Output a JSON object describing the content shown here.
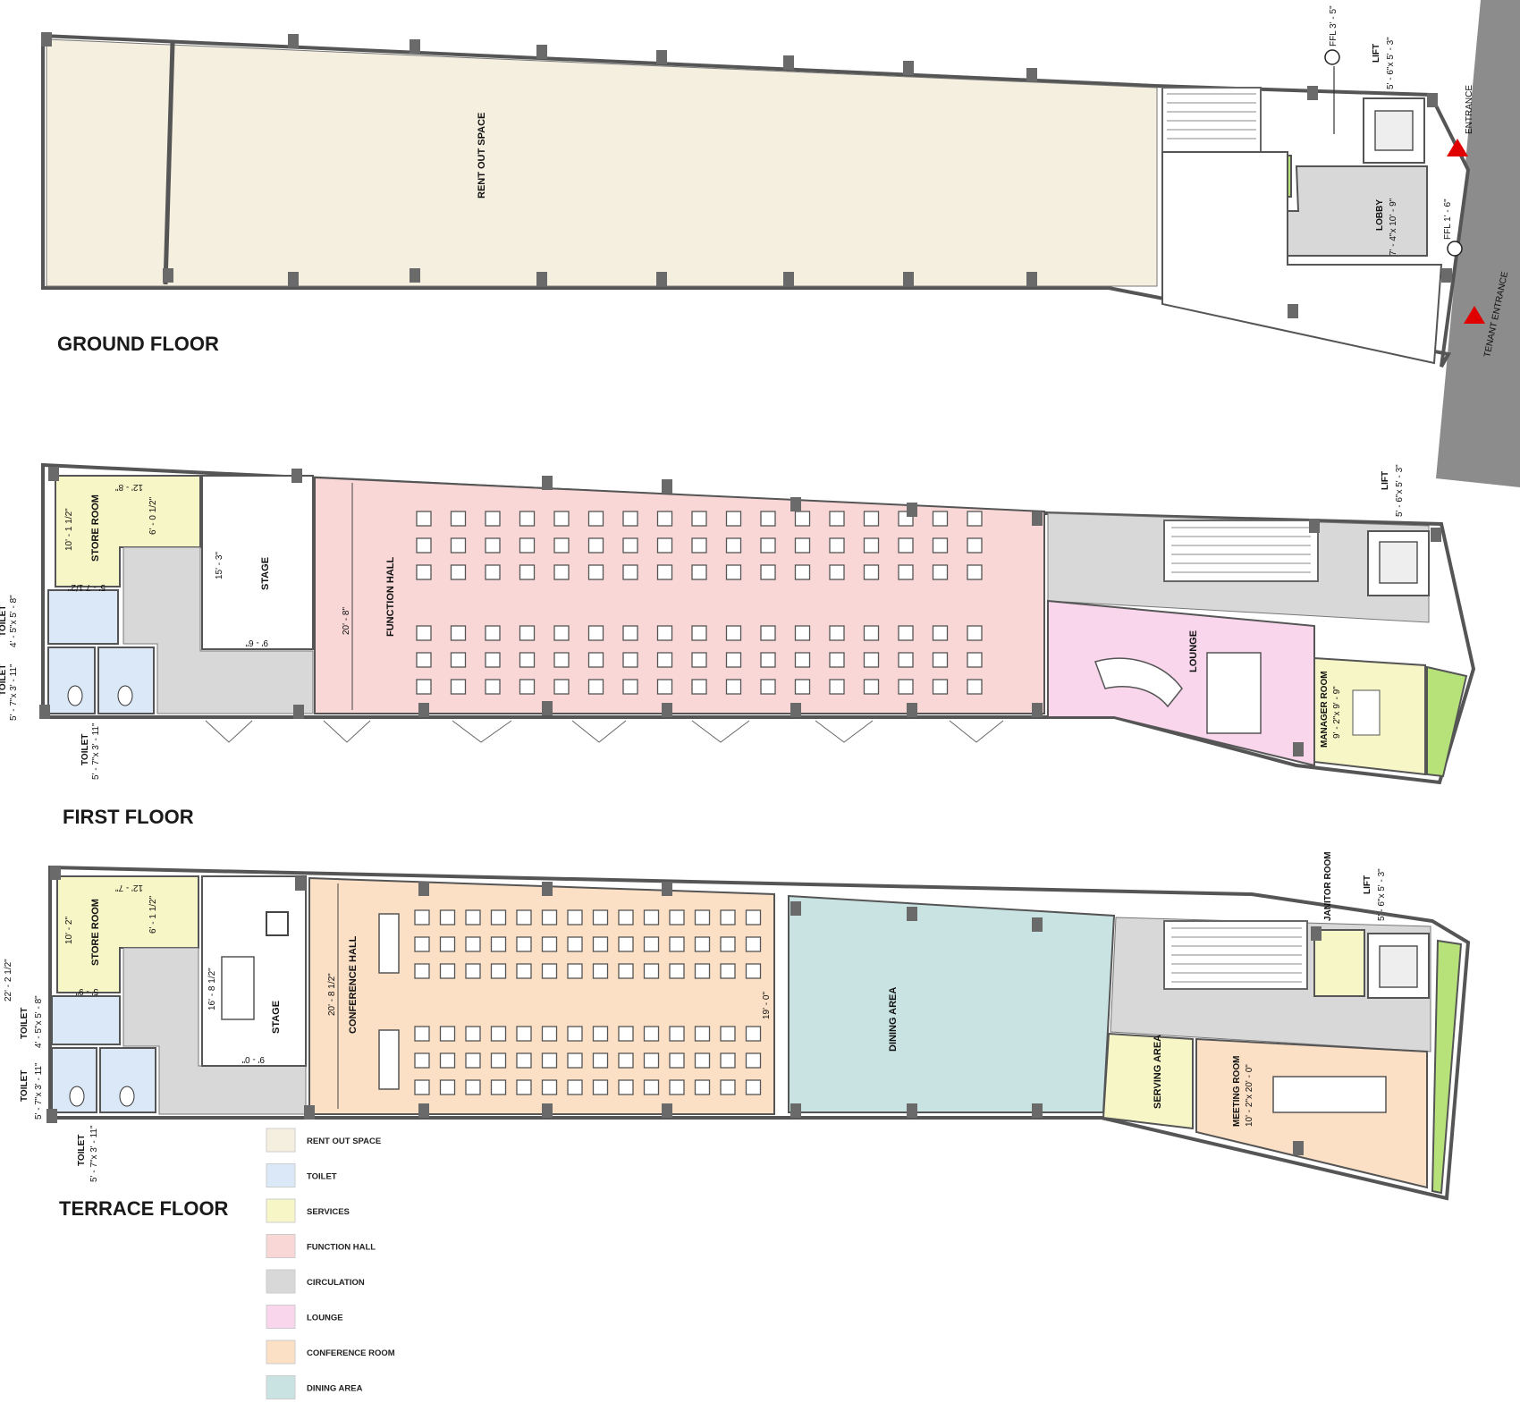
{
  "colors": {
    "rent_out_space": "#f5efdf",
    "toilet": "#dbe8f8",
    "services": "#f7f6c6",
    "function_hall": "#f9d7d7",
    "circulation": "#d8d8d8",
    "lounge": "#f9d6ec",
    "conference": "#fbe0c6",
    "dining": "#c9e3e3",
    "green": "#b7e27a",
    "wall": "#555555",
    "column": "#6a6a6a",
    "entrance_marker": "#e00000",
    "road": "#8c8c8c"
  },
  "titles": {
    "ground": "GROUND FLOOR",
    "first": "FIRST FLOOR",
    "terrace": "TERRACE FLOOR"
  },
  "ground": {
    "rent_out_space": "RENT OUT SPACE",
    "lift": "LIFT",
    "lift_dim": "5' - 6\"x 5' - 3\"",
    "lobby": "LOBBY",
    "lobby_dim": "7' - 4\"x 10' - 9\"",
    "ffl_top": "FFL 3' - 5\"",
    "ffl_bottom": "FFL 1' - 6\"",
    "entrance": "ENTRANCE",
    "tenant_entrance": "TENANT ENTRANCE"
  },
  "first": {
    "store_room": "STORE ROOM",
    "store_dim_a": "12' - 8\"",
    "store_dim_b": "10' - 1 1/2\"",
    "store_dim_c": "6' - 0 1/2\"",
    "store_dim_d": "5' - 7 1/2\"",
    "toilet_a": "TOILET",
    "toilet_a_dim": "4' - 5\"x 5' - 8\"",
    "toilet_b": "TOILET",
    "toilet_b_dim": "5' - 7\"x 3' - 11\"",
    "toilet_c": "TOILET",
    "toilet_c_dim": "5' - 7\"x 3' - 11\"",
    "stage": "STAGE",
    "stage_dim_v": "15' - 3\"",
    "stage_dim_h": "9' - 6\"",
    "function_hall": "FUNCTION HALL",
    "hall_dim": "20' - 8\"",
    "lounge": "LOUNGE",
    "lift": "LIFT",
    "lift_dim": "5' - 6\"x 5' - 3\"",
    "manager_room": "MANAGER ROOM",
    "manager_dim": "9' - 2\"x 9' - 9\""
  },
  "terrace": {
    "overall_dim": "22' - 2 1/2\"",
    "store_room": "STORE ROOM",
    "store_dim_a": "12' - 7\"",
    "store_dim_b": "10' - 2\"",
    "store_dim_c": "6' - 1 1/2\"",
    "store_dim_d": "5' - 9\"",
    "toilet_a": "TOILET",
    "toilet_a_dim": "4' - 5\"x 5' - 8\"",
    "toilet_b": "TOILET",
    "toilet_b_dim": "5' - 7\"x 3' - 11\"",
    "toilet_c": "TOILET",
    "toilet_c_dim": "5' - 7\"x 3' - 11\"",
    "stage": "STAGE",
    "stage_dim_v": "16' - 8 1/2\"",
    "stage_dim_h": "9' - 0\"",
    "conference_hall": "CONFERENCE HALL",
    "conf_dim": "20' - 8 1/2\"",
    "conf_dim_right": "19' - 0\"",
    "dining_area": "DINING AREA",
    "serving_area": "SERVING AREA",
    "meeting_room": "MEETING ROOM",
    "meeting_dim": "10' - 2\"x 20' - 0\"",
    "janitor_room": "JANITOR ROOM",
    "lift": "LIFT",
    "lift_dim": "5' - 6\"x 5' - 3\""
  },
  "legend": [
    {
      "label": "RENT OUT SPACE",
      "color": "#f5efdf"
    },
    {
      "label": "TOILET",
      "color": "#dbe8f8"
    },
    {
      "label": "SERVICES",
      "color": "#f7f6c6"
    },
    {
      "label": "FUNCTION HALL",
      "color": "#f9d7d7"
    },
    {
      "label": "CIRCULATION",
      "color": "#d8d8d8"
    },
    {
      "label": "LOUNGE",
      "color": "#f9d6ec"
    },
    {
      "label": "CONFERENCE ROOM",
      "color": "#fbe0c6"
    },
    {
      "label": "DINING AREA",
      "color": "#c9e3e3"
    }
  ]
}
